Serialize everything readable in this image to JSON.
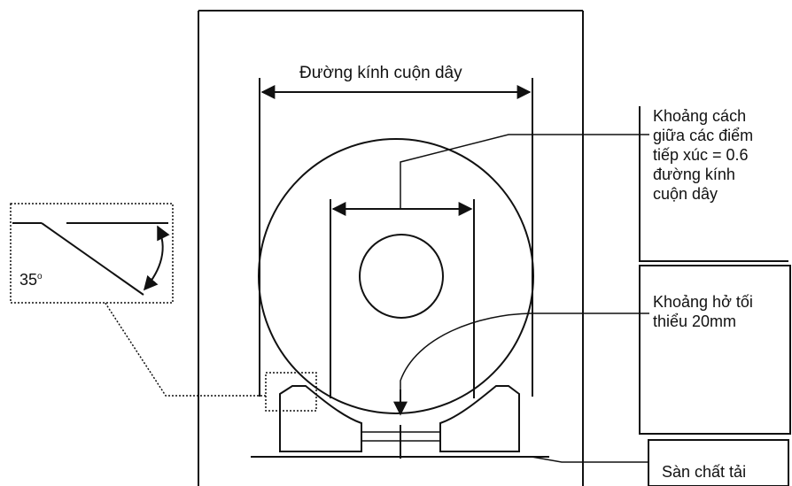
{
  "labels": {
    "coil_diameter": "Đường kính cuộn dây",
    "contact_spacing": "Khoảng cách giữa các điểm tiếp xúc = 0.6 đường kính cuộn dây",
    "contact_spacing_lines": "Khoảng cách\ngiữa các điểm\ntiếp xúc = 0.6\nđường kính\ncuộn dây",
    "min_clearance": "Khoảng hở tối thiểu 20mm",
    "min_clearance_lines": "Khoảng hở tối\nthiểu 20mm",
    "loading_floor": "Sàn chất tải",
    "angle_value": "35",
    "angle_unit": "o"
  }
}
